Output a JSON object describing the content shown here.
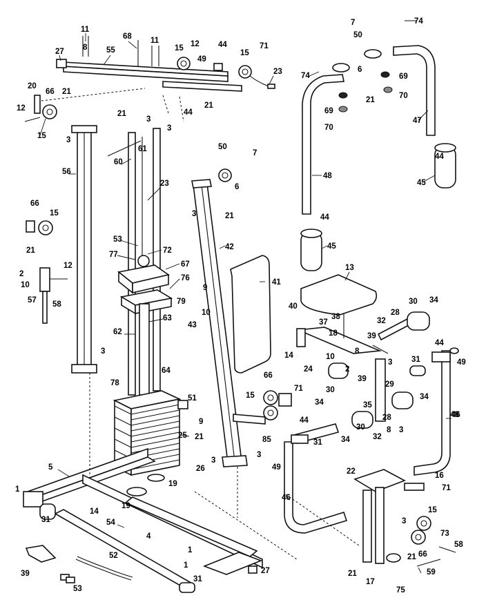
{
  "callouts": {
    "c11a": "11",
    "c68": "68",
    "c11b": "11",
    "c12a": "12",
    "c44a": "44",
    "c15a": "15",
    "c71a": "71",
    "c27a": "27",
    "c55": "55",
    "c8a": "8",
    "c15b": "15",
    "c49a": "49",
    "c23a": "23",
    "c20": "20",
    "c66a": "66",
    "c21a": "21",
    "c12b": "12",
    "c15c": "15",
    "c21b": "21",
    "c44b": "44",
    "c21c": "21",
    "c3a": "3",
    "c3b": "3",
    "c3c": "3",
    "c61": "61",
    "c56": "56",
    "c60": "60",
    "c23b": "23",
    "c7a": "7",
    "c50a": "50",
    "c6a": "6",
    "c74a": "74",
    "c74b": "74",
    "c69a": "69",
    "c70a": "70",
    "c21d": "21",
    "c69b": "69",
    "c70b": "70",
    "c47": "47",
    "c48a": "48",
    "c44c": "44",
    "c45a": "45",
    "c50b": "50",
    "c7b": "7",
    "c6b": "6",
    "c3d": "3",
    "c21e": "21",
    "c42": "42",
    "c44d": "44",
    "c45b": "45",
    "c66b": "66",
    "c15d": "15",
    "c21f": "21",
    "c2a": "2",
    "c12c": "12",
    "c10a": "10",
    "c57": "57",
    "c58a": "58",
    "c53a": "53",
    "c72": "72",
    "c77": "77",
    "c67": "67",
    "c76": "76",
    "c41": "41",
    "c13": "13",
    "c79": "79",
    "c62": "62",
    "c63": "63",
    "c43": "43",
    "c9a": "9",
    "c10b": "10",
    "c40": "40",
    "c30a": "30",
    "c34a": "34",
    "c37": "37",
    "c38": "38",
    "c28a": "28",
    "c18": "18",
    "c32a": "32",
    "c39a": "39",
    "c3e": "3",
    "c8b": "8",
    "c14a": "14",
    "c24": "24",
    "c10c": "10",
    "c2b": "2",
    "c39b": "39",
    "c44e": "44",
    "c49b": "49",
    "c3f": "3",
    "c64": "64",
    "c78": "78",
    "c51": "51",
    "c66c": "66",
    "c71b": "71",
    "c15e": "15",
    "c34b": "34",
    "c30b": "30",
    "c31a": "31",
    "c29": "29",
    "c35": "35",
    "c28b": "28",
    "c34c": "34",
    "c8c": "8",
    "c3g": "3",
    "c32b": "32",
    "c30c": "30",
    "c34d": "34",
    "c9b": "9",
    "c21g": "21",
    "c25": "25",
    "c85": "85",
    "c44f": "44",
    "c31b": "31",
    "c48b": "48",
    "c3h": "3",
    "c3i": "3",
    "c26": "26",
    "c49c": "49",
    "c5": "5",
    "c19a": "19",
    "c19b": "19",
    "c1a": "1",
    "c14b": "14",
    "c31c": "31",
    "c54": "54",
    "c4": "4",
    "c46a": "46",
    "c22": "22",
    "c16": "16",
    "c71c": "71",
    "c15f": "15",
    "c73": "73",
    "c58b": "58",
    "c21h": "21",
    "c66d": "66",
    "c59": "59",
    "c21i": "21",
    "c17": "17",
    "c75": "75",
    "c3j": "3",
    "c1b": "1",
    "c27b": "27",
    "c31d": "31",
    "c52": "52",
    "c39c": "39",
    "c53b": "53",
    "c46b": "46",
    "c1c": "1"
  }
}
